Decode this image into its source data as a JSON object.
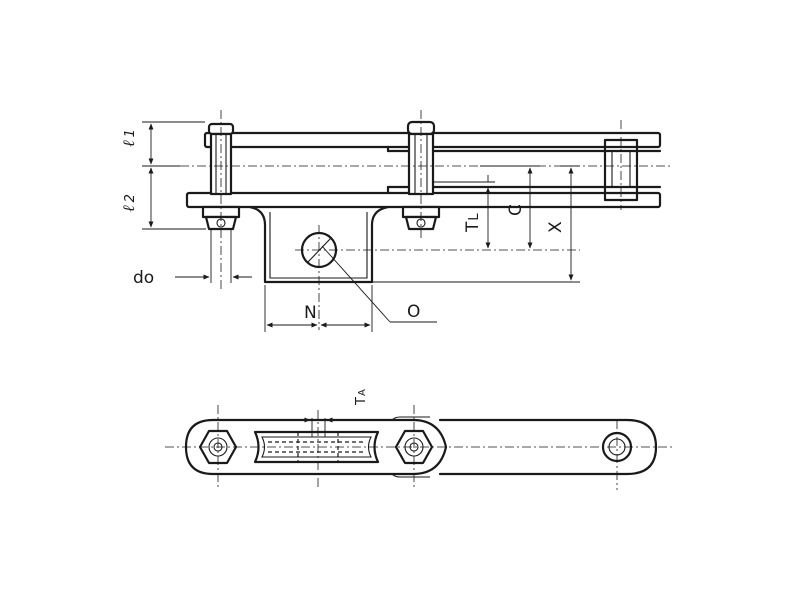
{
  "labels": {
    "l1_letter": "ℓ",
    "l1_sub": "1",
    "l2_letter": "ℓ",
    "l2_sub": "2",
    "do": "do",
    "tl_main": "T",
    "tl_sub": "L",
    "c": "C",
    "x": "X",
    "n": "N",
    "o": "O",
    "ta_main": "T",
    "ta_sub": "A"
  }
}
